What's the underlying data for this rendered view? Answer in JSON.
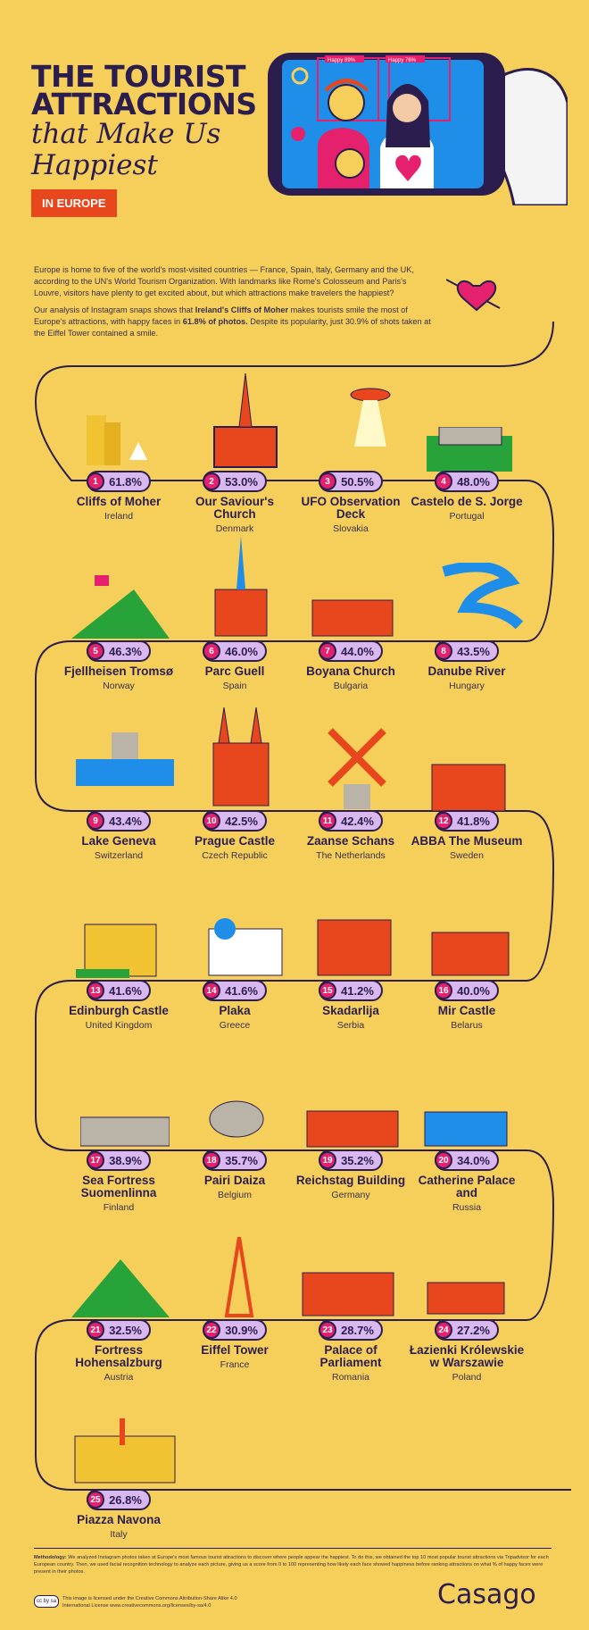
{
  "header": {
    "title_line1": "THE TOURIST",
    "title_line2": "ATTRACTIONS",
    "title_line3": "that Make Us",
    "title_line4": "Happiest",
    "region_badge": "IN EUROPE"
  },
  "hero": {
    "label_left": "Happy 89%",
    "label_right": "Happy 76%"
  },
  "intro": {
    "p1": "Europe is home to five of the world's most-visited countries — France, Spain, Italy, Germany and the UK, according to the UN's World Tourism Organization. With landmarks like Rome's Colosseum and Paris's Louvre, visitors have plenty to get excited about, but which attractions make travelers the happiest?",
    "p2_a": "Our analysis of Instagram snaps shows that ",
    "p2_b": "Ireland's Cliffs of Moher",
    "p2_c": " makes tourists smile the most of Europe's attractions, with happy faces in ",
    "p2_d": "61.8% of photos.",
    "p2_e": " Despite its popularity, just 30.9% of shots taken at the Eiffel Tower contained a smile."
  },
  "attractions": [
    {
      "rank": "1",
      "pct": "61.8%",
      "name": "Cliffs of Moher",
      "country": "Ireland"
    },
    {
      "rank": "2",
      "pct": "53.0%",
      "name": "Our Saviour's Church",
      "country": "Denmark"
    },
    {
      "rank": "3",
      "pct": "50.5%",
      "name": "UFO Observation Deck",
      "country": "Slovakia"
    },
    {
      "rank": "4",
      "pct": "48.0%",
      "name": "Castelo de S. Jorge",
      "country": "Portugal"
    },
    {
      "rank": "5",
      "pct": "46.3%",
      "name": "Fjellheisen Tromsø",
      "country": "Norway"
    },
    {
      "rank": "6",
      "pct": "46.0%",
      "name": "Parc Guell",
      "country": "Spain"
    },
    {
      "rank": "7",
      "pct": "44.0%",
      "name": "Boyana Church",
      "country": "Bulgaria"
    },
    {
      "rank": "8",
      "pct": "43.5%",
      "name": "Danube River",
      "country": "Hungary"
    },
    {
      "rank": "9",
      "pct": "43.4%",
      "name": "Lake Geneva",
      "country": "Switzerland"
    },
    {
      "rank": "10",
      "pct": "42.5%",
      "name": "Prague Castle",
      "country": "Czech Republic"
    },
    {
      "rank": "11",
      "pct": "42.4%",
      "name": "Zaanse Schans",
      "country": "The Netherlands"
    },
    {
      "rank": "12",
      "pct": "41.8%",
      "name": "ABBA The Museum",
      "country": "Sweden"
    },
    {
      "rank": "13",
      "pct": "41.6%",
      "name": "Edinburgh Castle",
      "country": "United Kingdom"
    },
    {
      "rank": "14",
      "pct": "41.6%",
      "name": "Plaka",
      "country": "Greece"
    },
    {
      "rank": "15",
      "pct": "41.2%",
      "name": "Skadarlija",
      "country": "Serbia"
    },
    {
      "rank": "16",
      "pct": "40.0%",
      "name": "Mir Castle",
      "country": "Belarus"
    },
    {
      "rank": "17",
      "pct": "38.9%",
      "name": "Sea Fortress Suomenlinna",
      "country": "Finland"
    },
    {
      "rank": "18",
      "pct": "35.7%",
      "name": "Pairi Daiza",
      "country": "Belgium"
    },
    {
      "rank": "19",
      "pct": "35.2%",
      "name": "Reichstag Building",
      "country": "Germany"
    },
    {
      "rank": "20",
      "pct": "34.0%",
      "name": "Catherine Palace and",
      "country": "Russia"
    },
    {
      "rank": "21",
      "pct": "32.5%",
      "name": "Fortress Hohensalzburg",
      "country": "Austria"
    },
    {
      "rank": "22",
      "pct": "30.9%",
      "name": "Eiffel Tower",
      "country": "France"
    },
    {
      "rank": "23",
      "pct": "28.7%",
      "name": "Palace of Parliament",
      "country": "Romania"
    },
    {
      "rank": "24",
      "pct": "27.2%",
      "name": "Łazienki Królewskie w Warszawie",
      "country": "Poland"
    },
    {
      "rank": "25",
      "pct": "26.8%",
      "name": "Piazza Navona",
      "country": "Italy"
    }
  ],
  "footer": {
    "methodology_label": "Methodology:",
    "methodology_text": " We analyzed Instagram photos taken at Europe's most famous tourist attractions to discover where people appear the happiest. To do this, we obtained the top 10 most popular tourist attractions via Tripadvisor for each European country. Then, we used facial recognition technology to analyze each picture, giving us a score from 0 to 100 representing how likely each face showed happiness before ranking attractions on what % of happy faces were present in their photos.",
    "cc_badge": "cc by sa",
    "license_line1": "This image is licensed under the Creative Commons Attribution-Share Alike 4.0",
    "license_line2": "International License www.creativecommons.org/licenses/by-sa/4.0",
    "brand": "Casago"
  },
  "colors": {
    "background": "#f6ce5a",
    "navy": "#2b1d4e",
    "pink": "#e5216d",
    "lavender": "#d9b7ef",
    "orange": "#e8471d",
    "blue": "#1f8ee8",
    "green": "#27a33a"
  }
}
